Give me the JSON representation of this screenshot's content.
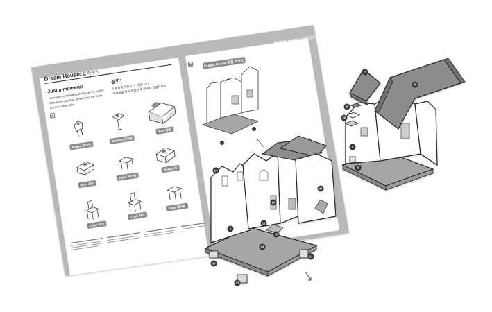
{
  "sheet": {
    "header_label": "Instructions",
    "header_label_ko": "조립설명서",
    "title": "Dream House",
    "title_ko": "조립 하우스",
    "notice_heading": "Just a moment!",
    "notice_lines": [
      "Have you completed painting all the parts?",
      "After done painting, please pop the parts",
      "out then assemble."
    ],
    "notice_heading_ko": "잠깐!",
    "notice_lines_ko": [
      "부품들에 색칠은 다 하셨나요?",
      "부품들을 먼저 색칠한 후 뜯어서 조립하세요."
    ],
    "step_a": "A",
    "step_b": "B",
    "parts": [
      {
        "label": "Puppy 강아지"
      },
      {
        "label": "Mailbox 우체통"
      },
      {
        "label": "Bed 침대"
      },
      {
        "label": "Sofa 소파"
      },
      {
        "label": "Table 테이블"
      },
      {
        "label": "Sofa 소파"
      },
      {
        "label": "Chair 의자"
      },
      {
        "label": "Chair 의자"
      },
      {
        "label": "Table 테이블"
      }
    ],
    "assembly_label": "Dream House 조립 하우스"
  },
  "callouts": [
    "22",
    "30",
    "24",
    "25",
    "29",
    "1",
    "10",
    "15",
    "20",
    "23",
    "3",
    "27",
    "9",
    "12",
    "21",
    "6",
    "28",
    "5"
  ],
  "colors": {
    "sheet_frame": "#b9b9b9",
    "panel_white": "#ffffff",
    "roof_gray": "#8c8c8c",
    "floor_gray": "#a6a6a6",
    "line": "#333333",
    "label_box": "#8a8a8a"
  }
}
